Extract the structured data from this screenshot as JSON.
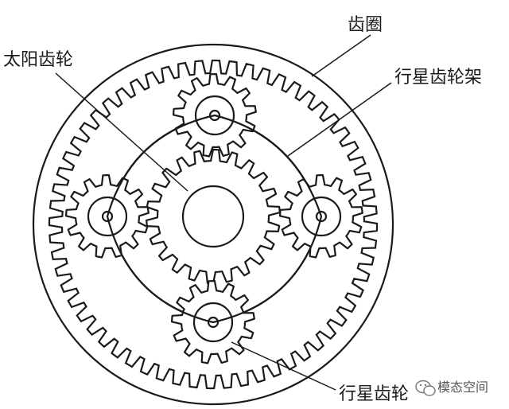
{
  "labels": {
    "ring_gear": "齿圈",
    "sun_gear": "太阳齿轮",
    "planet_carrier": "行星齿轮架",
    "planet_gear": "行星齿轮"
  },
  "watermark": {
    "text": "模态空间"
  },
  "gears": {
    "ring_teeth": 60,
    "sun_teeth": 22,
    "planet_teeth": 13,
    "planet_count": 4
  },
  "colors": {
    "line": "#1a1a1a",
    "background": "#ffffff"
  }
}
